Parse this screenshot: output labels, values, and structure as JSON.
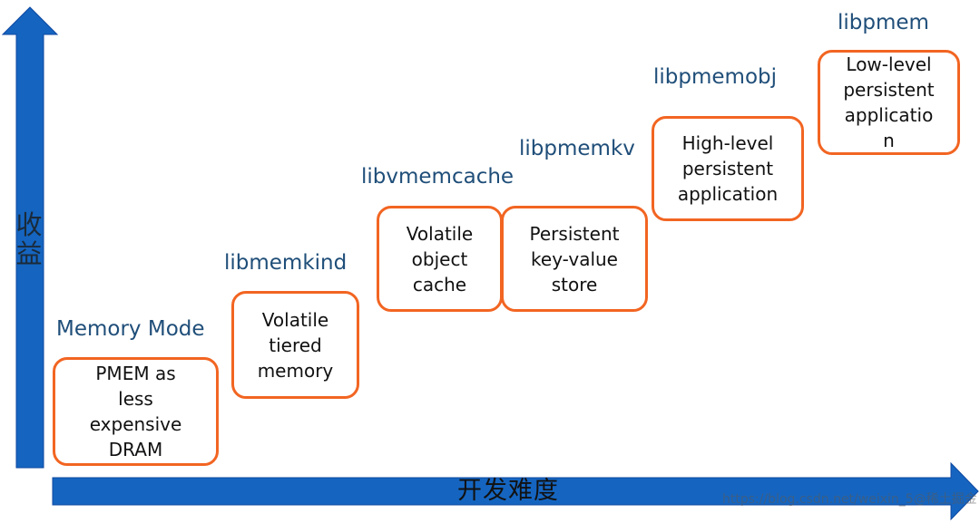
{
  "diagram": {
    "y_axis_label": "收益",
    "x_axis_label": "开发难度",
    "colors": {
      "axis_arrow": "#1565c0",
      "box_border": "#f26522",
      "library_label": "#1f4e79"
    },
    "stages": [
      {
        "library": "Memory Mode",
        "boxes": [
          "PMEM as\nless\nexpensive\nDRAM"
        ]
      },
      {
        "library": "libmemkind",
        "boxes": [
          "Volatile\ntiered\nmemory"
        ]
      },
      {
        "library": "libvmemcache",
        "boxes": [
          "Volatile\nobject\ncache"
        ]
      },
      {
        "library": "libpmemkv",
        "boxes": [
          "Persistent\nkey-value\nstore"
        ]
      },
      {
        "library": "libpmemobj",
        "boxes": [
          "High-level\npersistent\napplication"
        ]
      },
      {
        "library": "libpmem",
        "boxes": [
          "Low-level\npersistent\napplicatio\nn"
        ]
      }
    ]
  },
  "watermark": "https://blog.csdn.net/weixin_5@稀土掘金技术社区"
}
